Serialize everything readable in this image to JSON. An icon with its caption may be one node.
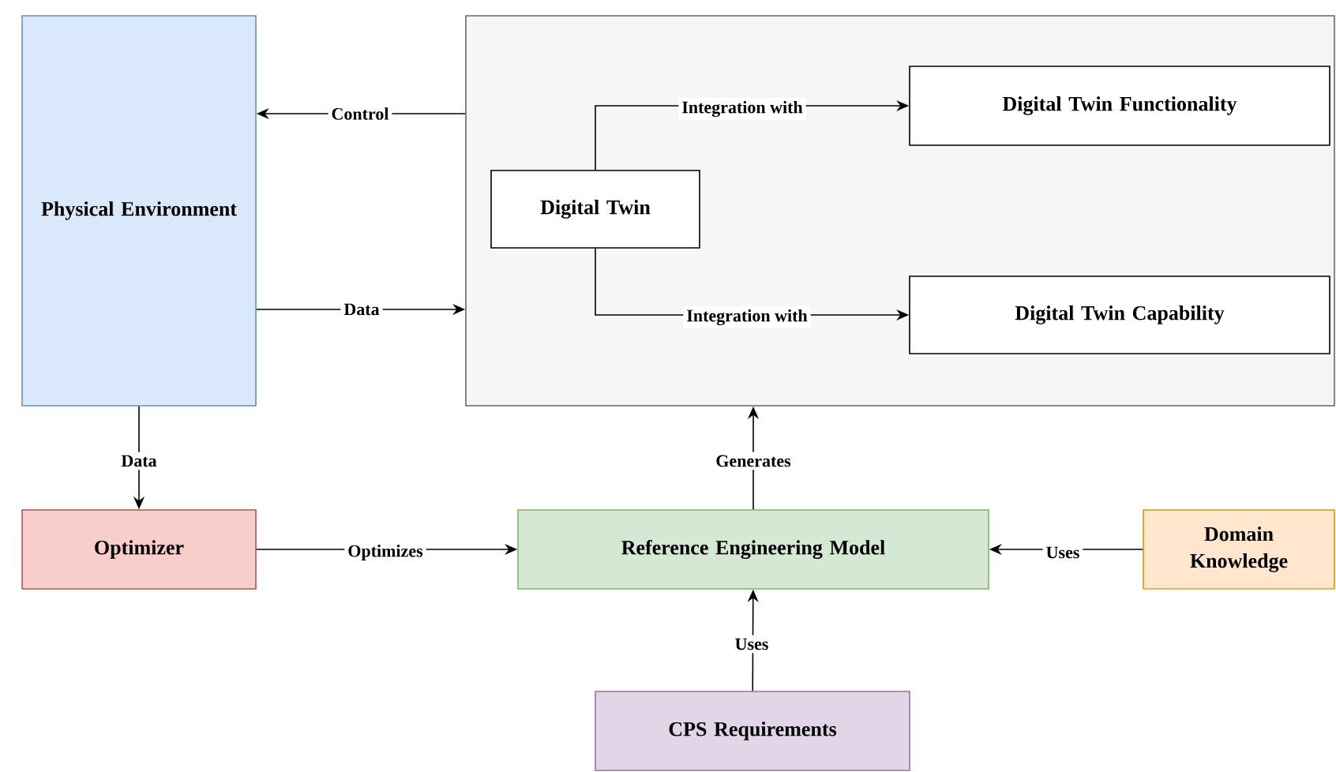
{
  "diagram": {
    "nodes": [
      {
        "text": [
          "Physical Environment"
        ]
      },
      {
        "text": [],
        "shape": "box"
      },
      {
        "text": [
          "Digital Twin"
        ],
        "in": 1
      },
      {
        "text": [
          "Digital Twin Functionality"
        ],
        "in": 1
      },
      {
        "text": [
          "Digital Twin Capability"
        ],
        "in": 1
      },
      {
        "text": [
          "Optimizer"
        ]
      },
      {
        "text": [
          "Reference Engineering Model"
        ]
      },
      {
        "text": [
          "Domain Knowledge"
        ]
      },
      {
        "text": [
          "CPS Requirements"
        ]
      }
    ],
    "edges": [
      {
        "from": 1,
        "to": 0,
        "arrow": "to",
        "label": "Control"
      },
      {
        "from": 0,
        "to": 1,
        "arrow": "to",
        "label": "Data"
      },
      {
        "from": 2,
        "to": 3,
        "arrow": "to",
        "label": "Integration with"
      },
      {
        "from": 2,
        "to": 4,
        "arrow": "to",
        "label": "Integration with"
      },
      {
        "from": 0,
        "to": 5,
        "arrow": "to",
        "label": "Data"
      },
      {
        "from": 5,
        "to": 6,
        "arrow": "to",
        "label": "Optimizes"
      },
      {
        "from": 6,
        "to": 1,
        "arrow": "to",
        "label": "Generates"
      },
      {
        "from": 7,
        "to": 6,
        "arrow": "to",
        "label": "Uses"
      },
      {
        "from": 8,
        "to": 6,
        "arrow": "to",
        "label": "Uses"
      }
    ]
  }
}
